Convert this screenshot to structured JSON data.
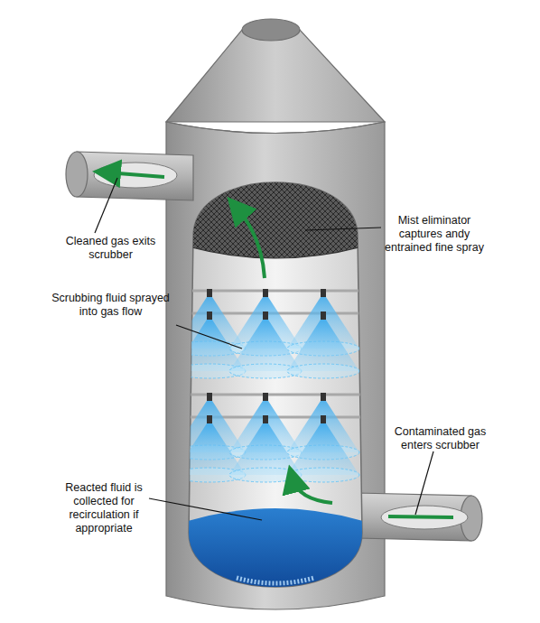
{
  "diagram": {
    "labels": [
      "Cleaned gas exits scrubber",
      "Mist eliminator captures andy entrained fine spray",
      "Scrubbing fluid sprayed into gas flow",
      "Contaminated gas enters scrubber",
      "Reacted fluid is collected for recirculation if appropriate"
    ]
  }
}
